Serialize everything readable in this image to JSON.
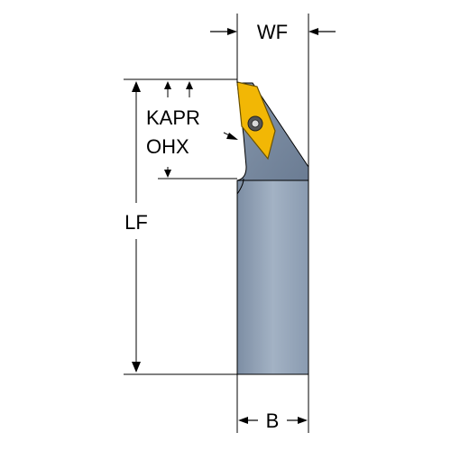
{
  "labels": {
    "wf": "WF",
    "kapr": "KAPR",
    "ohx": "OHX",
    "lf": "LF",
    "b": "B"
  },
  "colors": {
    "shank": "#8f9fb2",
    "shank_dark": "#6f8097",
    "head": "#8899ad",
    "insert": "#f2b705",
    "insert_edge": "#8a6a00",
    "line": "#000000",
    "screw": "#4a4a4a"
  }
}
